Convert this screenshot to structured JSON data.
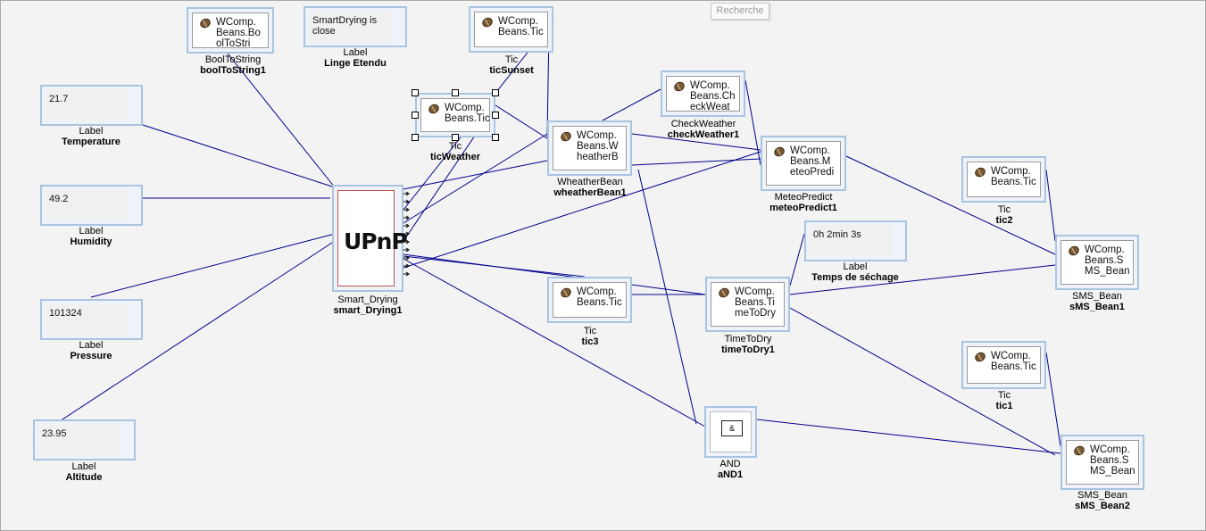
{
  "search": {
    "placeholder": "Recherche"
  },
  "components": {
    "boolToString1": {
      "type": "BoolToString",
      "name": "boolToString1",
      "text": "WComp.\nBeans.Bo\nolToStri"
    },
    "lingeEtendu": {
      "type": "Label",
      "name": "Linge Etendu",
      "text": "SmartDrying is\nclose"
    },
    "ticSunset": {
      "type": "Tic",
      "name": "ticSunset",
      "text": "WComp.\nBeans.Tic"
    },
    "temperature": {
      "type": "Label",
      "name": "Temperature",
      "text": "21.7"
    },
    "ticWeather": {
      "type": "Tic",
      "name": "ticWeather",
      "text": "WComp.\nBeans.Tic"
    },
    "checkWeather1": {
      "type": "CheckWeather",
      "name": "checkWeather1",
      "text": "WComp.\nBeans.Ch\neckWeat"
    },
    "wheatherBean1": {
      "type": "WheatherBean",
      "name": "wheatherBean1",
      "text": "WComp.\nBeans.W\nheatherB"
    },
    "meteoPredict1": {
      "type": "MeteoPredict",
      "name": "meteoPredict1",
      "text": "WComp.\nBeans.M\neteoPredi"
    },
    "humidity": {
      "type": "Label",
      "name": "Humidity",
      "text": "49.2"
    },
    "smartDrying1": {
      "type": "Smart_Drying",
      "name": "smart_Drying1",
      "logo": "UPnP"
    },
    "tic2": {
      "type": "Tic",
      "name": "tic2",
      "text": "WComp.\nBeans.Tic"
    },
    "tempsSechage": {
      "type": "Label",
      "name": "Temps de séchage",
      "text": "0h 2min 3s"
    },
    "sMSBean1": {
      "type": "SMS_Bean",
      "name": "sMS_Bean1",
      "text": "WComp.\nBeans.S\nMS_Bean"
    },
    "pressure": {
      "type": "Label",
      "name": "Pressure",
      "text": "101324"
    },
    "tic3": {
      "type": "Tic",
      "name": "tic3",
      "text": "WComp.\nBeans.Tic"
    },
    "timeToDry1": {
      "type": "TimeToDry",
      "name": "timeToDry1",
      "text": "WComp.\nBeans.Ti\nmeToDry"
    },
    "tic1": {
      "type": "Tic",
      "name": "tic1",
      "text": "WComp.\nBeans.Tic"
    },
    "altitude": {
      "type": "Label",
      "name": "Altitude",
      "text": "23.95"
    },
    "aND1": {
      "type": "AND",
      "name": "aND1",
      "symbol": "&"
    },
    "sMSBean2": {
      "type": "SMS_Bean",
      "name": "sMS_Bean2",
      "text": "WComp.\nBeans.S\nMS_Bean"
    }
  },
  "colors": {
    "wire": "#00008b",
    "border": "#a9c4e0",
    "background": "#f3f3f3"
  }
}
